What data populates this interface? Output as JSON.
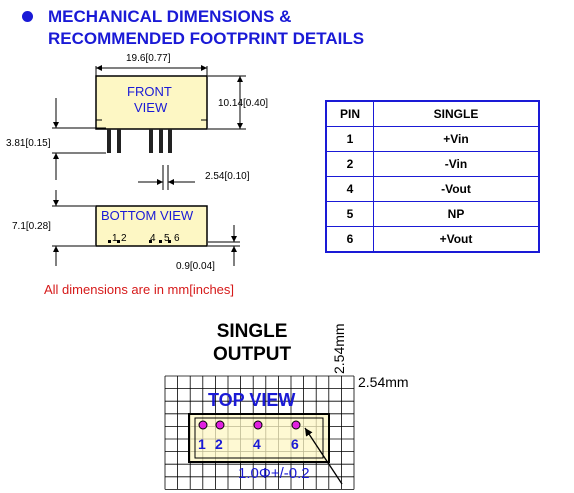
{
  "header": {
    "line1": "MECHANICAL DIMENSIONS &",
    "line2": "RECOMMENDED FOOTPRINT DETAILS"
  },
  "drawing": {
    "width_label": "19.6[0.77]",
    "height_label": "10.14[0.40]",
    "front_view_line1": "FRONT",
    "front_view_line2": "VIEW",
    "pin_length_label": "3.81[0.15]",
    "pitch_label": "2.54[0.10]",
    "depth_label": "7.1[0.28]",
    "bottom_view": "BOTTOM VIEW",
    "pin_numbers": [
      "1",
      "2",
      "4",
      "5",
      "6"
    ],
    "pin_thickness_label": "0.9[0.04]"
  },
  "note": "All dimensions are in mm[inches]",
  "pin_table": {
    "headers": [
      "PIN",
      "SINGLE"
    ],
    "rows": [
      {
        "pin": "1",
        "function": "+Vin"
      },
      {
        "pin": "2",
        "function": "-Vin"
      },
      {
        "pin": "4",
        "function": "-Vout"
      },
      {
        "pin": "5",
        "function": "NP"
      },
      {
        "pin": "6",
        "function": "+Vout"
      }
    ]
  },
  "footprint": {
    "title_line1": "SINGLE",
    "title_line2": "OUTPUT",
    "grid_vertical_label": "2.54mm",
    "grid_horizontal_label": "2.54mm",
    "top_view": "TOP VIEW",
    "pin_numbers": [
      "1",
      "2",
      "4",
      "6"
    ],
    "hole_label": "1.0Φ+/-0.2"
  },
  "colors": {
    "accent": "#1a1ad6",
    "body_fill": "#fdf7c4",
    "note": "#d61a1a",
    "pad": "#e020e0"
  }
}
